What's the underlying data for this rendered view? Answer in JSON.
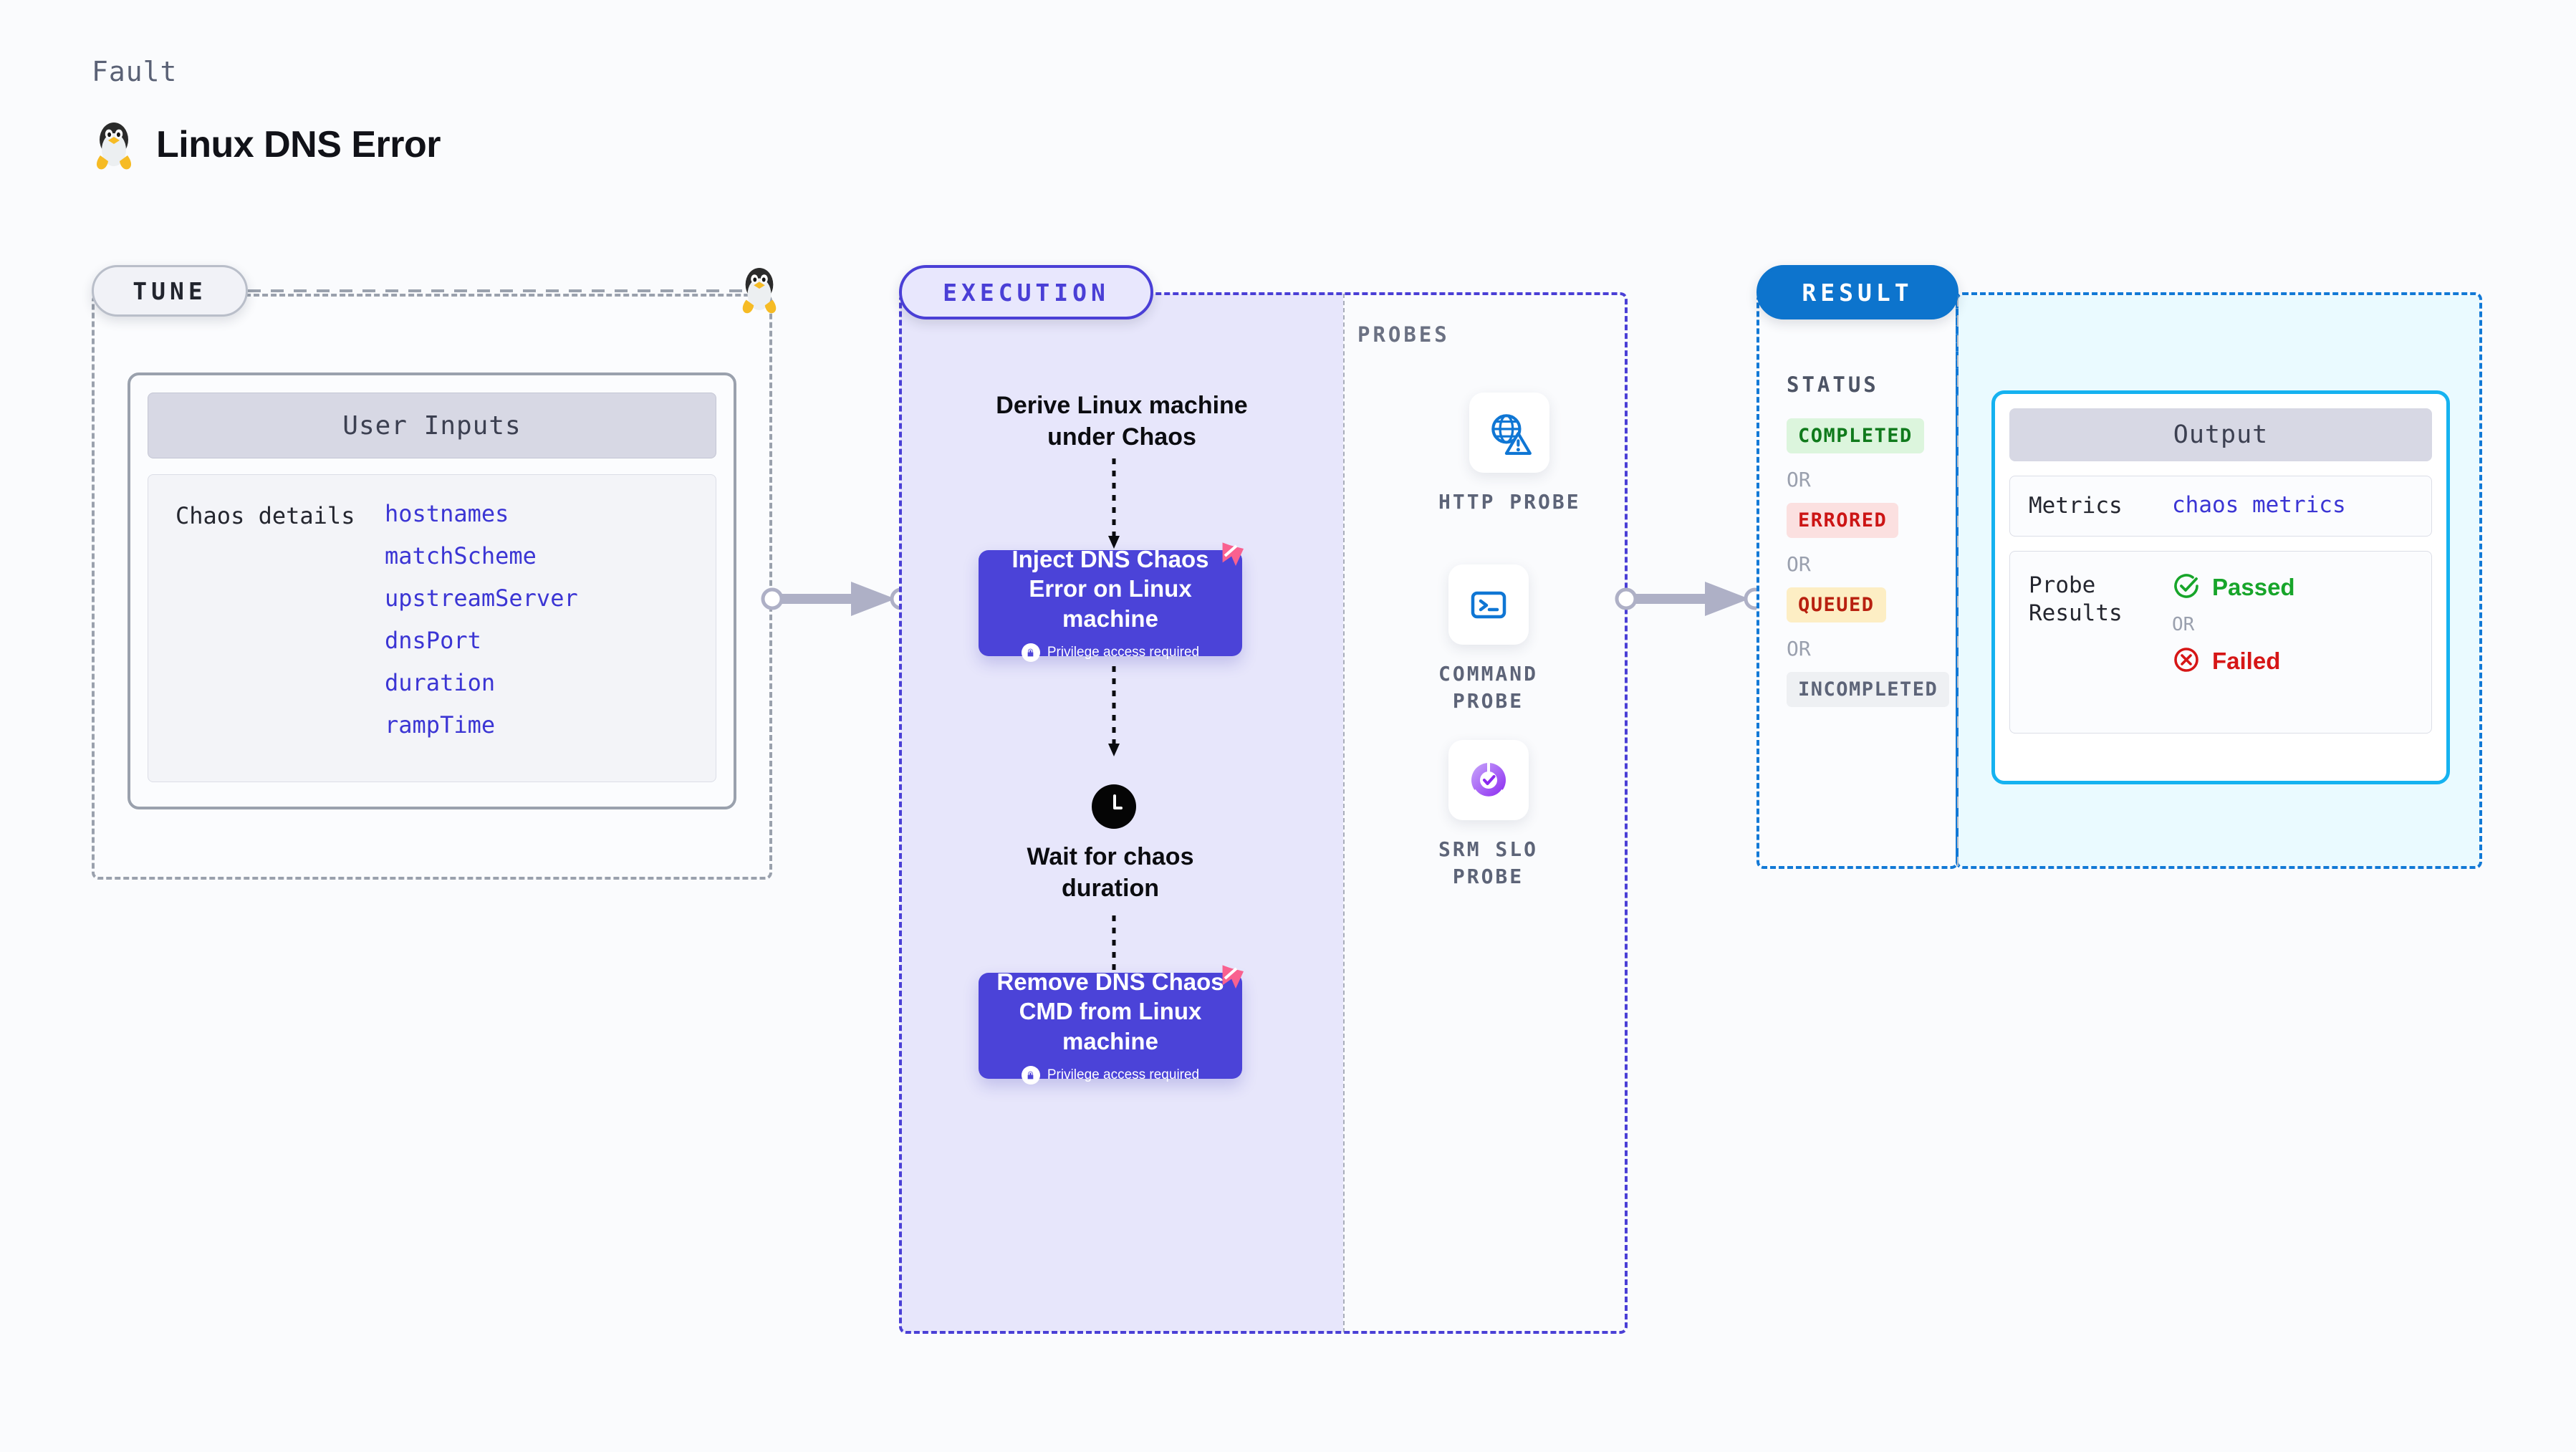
{
  "header": {
    "kicker": "Fault",
    "title": "Linux DNS Error",
    "icon": "linux-tux-icon"
  },
  "tune": {
    "label": "TUNE",
    "badge_icon": "linux-tux-icon",
    "card": {
      "title": "User Inputs",
      "row_key": "Chaos details",
      "values": [
        "hostnames",
        "matchScheme",
        "upstreamServer",
        "dnsPort",
        "duration",
        "rampTime"
      ]
    }
  },
  "execution": {
    "label": "EXECUTION",
    "steps": [
      {
        "type": "text",
        "text": "Derive Linux machine\nunder Chaos"
      },
      {
        "type": "chaos",
        "title": "Inject DNS Chaos Error on Linux machine",
        "note": "Privilege access required",
        "badge_icon": "litmus-chaos-icon",
        "lock_icon": "lock-icon"
      },
      {
        "type": "wait",
        "icon": "clock-icon",
        "text": "Wait for chaos\nduration"
      },
      {
        "type": "chaos",
        "title": "Remove DNS Chaos CMD from Linux machine",
        "note": "Privilege access required",
        "badge_icon": "litmus-chaos-icon",
        "lock_icon": "lock-icon"
      }
    ]
  },
  "probes": {
    "title": "PROBES",
    "items": [
      {
        "label": "HTTP  PROBE",
        "icon": "globe-warning-icon"
      },
      {
        "label": "COMMAND\nPROBE",
        "icon": "terminal-icon"
      },
      {
        "label": "SRM  SLO\nPROBE",
        "icon": "srm-slo-donut-icon"
      }
    ]
  },
  "result": {
    "label": "RESULT",
    "status_title": "STATUS",
    "or_label": "OR",
    "statuses": [
      {
        "label": "COMPLETED",
        "color": "#107a1c",
        "bg": "#dcf5dd"
      },
      {
        "label": "ERRORED",
        "color": "#cc1515",
        "bg": "#fbe0e0"
      },
      {
        "label": "QUEUED",
        "color": "#b8200f",
        "bg": "#fdeec4"
      },
      {
        "label": "INCOMPLETED",
        "color": "#5d6478",
        "bg": "#eef0f3"
      }
    ],
    "output": {
      "title": "Output",
      "metrics_key": "Metrics",
      "metrics_value": "chaos metrics",
      "probe_results_key": "Probe\nResults",
      "passed_label": "Passed",
      "failed_label": "Failed",
      "or_label": "OR",
      "passed_icon": "check-circle-icon",
      "failed_icon": "x-circle-icon"
    }
  },
  "colors": {
    "indigo": "#4b43d8",
    "tune_border": "#9aa1ad",
    "result_blue": "#0d74cd",
    "output_cyan": "#15b2f0",
    "pink_badge": "#f9618f"
  }
}
